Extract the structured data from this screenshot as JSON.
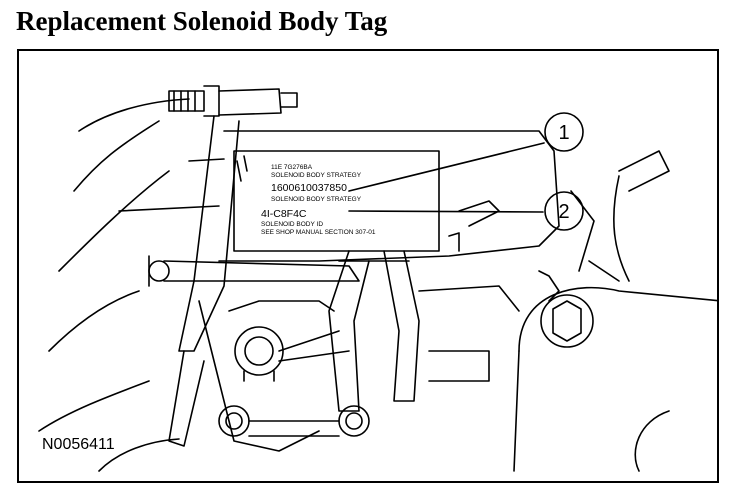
{
  "title": "Replacement Solenoid Body Tag",
  "figure_id": "N0056411",
  "callouts": [
    "1",
    "2"
  ],
  "tag": {
    "line1": "11E 7G276BA",
    "line2": "SOLENOID BODY STRATEGY",
    "line3": "1600610037850",
    "line4": "SOLENOID BODY STRATEGY",
    "line5": "4I-C8F4C",
    "line6": "SOLENOID BODY ID",
    "line7": "SEE SHOP MANUAL SECTION 307-01"
  }
}
